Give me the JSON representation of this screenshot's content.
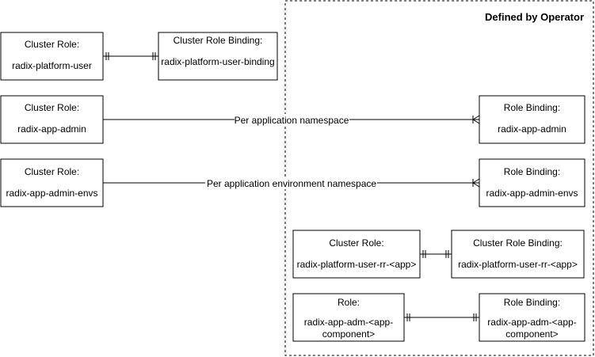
{
  "region": {
    "title": "Defined by Operator"
  },
  "nodes": {
    "cr_platform_user": {
      "title": "Cluster Role:",
      "lines": [
        "radix-platform-user"
      ]
    },
    "crb_platform_user_binding": {
      "title": "Cluster Role Binding:",
      "lines": [
        "radix-platform-user-binding"
      ]
    },
    "cr_app_admin": {
      "title": "Cluster Role:",
      "lines": [
        "radix-app-admin"
      ]
    },
    "rb_app_admin": {
      "title": "Role Binding:",
      "lines": [
        "radix-app-admin"
      ]
    },
    "cr_app_admin_envs": {
      "title": "Cluster Role:",
      "lines": [
        "radix-app-admin-envs"
      ]
    },
    "rb_app_admin_envs": {
      "title": "Role Binding:",
      "lines": [
        "radix-app-admin-envs"
      ]
    },
    "cr_platform_user_rr": {
      "title": "Cluster Role:",
      "lines": [
        "radix-platform-user-rr-<app>"
      ]
    },
    "crb_platform_user_rr": {
      "title": "Cluster Role Binding:",
      "lines": [
        "radix-platform-user-rr-<app>"
      ]
    },
    "role_app_adm": {
      "title": "Role:",
      "lines": [
        "radix-app-adm-<app-",
        "component>"
      ]
    },
    "rb_app_adm": {
      "title": "Role Binding:",
      "lines": [
        "radix-app-adm-<app-",
        "component>"
      ]
    }
  },
  "edges": {
    "per_app_ns": {
      "label": "Per application namespace"
    },
    "per_app_env_ns": {
      "label": "Per application environment namespace"
    }
  }
}
